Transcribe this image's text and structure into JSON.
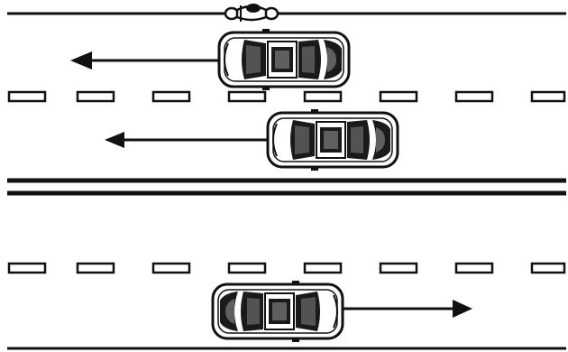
{
  "diagram": {
    "description_visible_text": "",
    "colors": {
      "ink": "#111111",
      "paper": "#ffffff",
      "window_dark": "#1a1a1a"
    },
    "roadway": {
      "direction_upper": "left",
      "direction_lower": "right",
      "vehicles": [
        {
          "kind": "motorcycle",
          "lane": "upper-curb",
          "icon": "motorcycle-icon"
        },
        {
          "kind": "car",
          "lane": "upper-left-lane",
          "heading": "left",
          "icon": "car-icon"
        },
        {
          "kind": "car",
          "lane": "upper-right-lane",
          "heading": "left",
          "icon": "car-icon"
        },
        {
          "kind": "car",
          "lane": "lower-lane",
          "heading": "right",
          "icon": "car-icon"
        }
      ],
      "arrows": [
        {
          "name": "arrow-upper-left",
          "points": "left"
        },
        {
          "name": "arrow-middle-left",
          "points": "left"
        },
        {
          "name": "arrow-lower-right",
          "points": "right"
        }
      ]
    }
  }
}
